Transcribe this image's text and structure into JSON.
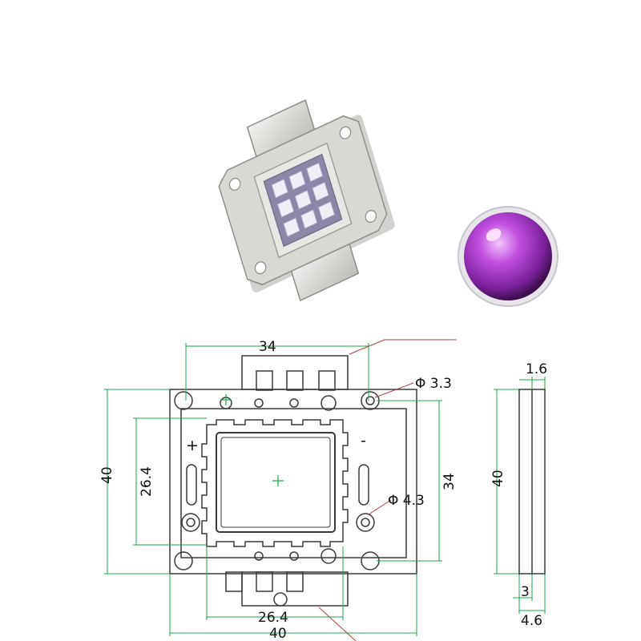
{
  "colors": {
    "outline": "#3a3a3a",
    "dimension_line": "#1fa64a",
    "leader_line": "#b04040",
    "led_glow": "#b040d8",
    "ceramic": "#d6d4cf"
  },
  "photos": {
    "chip_module": "chip-photo",
    "glow_preview": "glow-photo"
  },
  "drawing": {
    "top_width": "34",
    "top_hole": "Φ 3.3",
    "side_thickness": "1.6",
    "left_height": "40",
    "inner_height": "26.4",
    "right_height": "34",
    "side_hole": "Φ 4.3",
    "side_height": "40",
    "polarity_plus": "+",
    "polarity_minus": "-",
    "bottom_inner_width": "26.4",
    "bottom_width": "40",
    "side_base": "3",
    "side_total": "4.6"
  }
}
